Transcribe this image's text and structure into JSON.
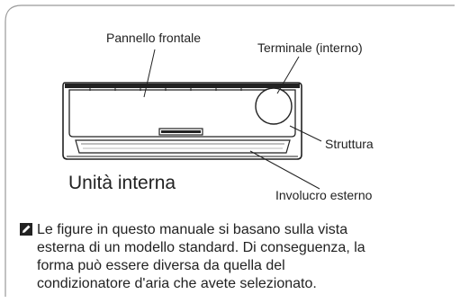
{
  "labels": {
    "front_panel": "Pannello frontale",
    "terminal": "Terminale (interno)",
    "structure": "Struttura",
    "outer_casing": "Involucro esterno",
    "indoor_unit": "Unità interna"
  },
  "note": {
    "icon": "pencil-note-icon",
    "lines": [
      "Le figure in questo manuale si basano sulla vista",
      "esterna di un modello standard. Di conseguenza, la",
      "forma può essere diversa da quella del",
      "condizionatore d'aria che avete selezionato."
    ]
  }
}
